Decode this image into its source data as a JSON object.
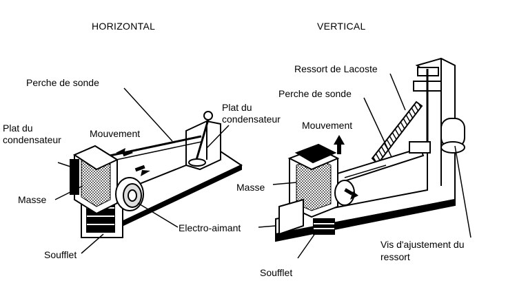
{
  "headings": {
    "horizontal": "HORIZONTAL",
    "vertical": "VERTICAL"
  },
  "horizontal_labels": {
    "perche": "Perche de sonde",
    "plat_left_1": "Plat du",
    "plat_left_2": "condensateur",
    "mouvement": "Mouvement",
    "plat_right_1": "Plat du",
    "plat_right_2": "condensateur",
    "masse": "Masse",
    "electro": "Electro-aimant",
    "soufflet": "Soufflet"
  },
  "vertical_labels": {
    "ressort": "Ressort de Lacoste",
    "perche": "Perche de sonde",
    "mouvement": "Mouvement",
    "masse": "Masse",
    "vis_1": "Vis d'ajustement du",
    "vis_2": "ressort",
    "soufflet": "Soufflet"
  }
}
